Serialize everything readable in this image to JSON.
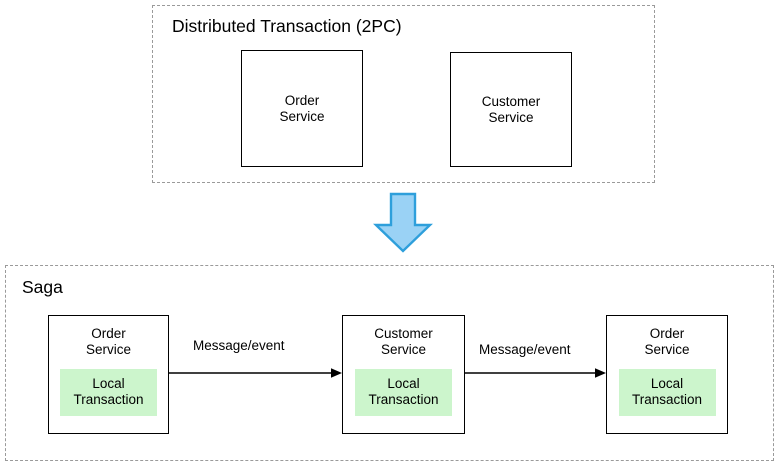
{
  "diagram": {
    "title_hidden": "Distributed Transaction (2PC) versus Saga",
    "groups": [
      {
        "id": "two-phase-commit",
        "title": "Distributed Transaction (2PC)",
        "services": [
          {
            "name": "Order Service",
            "label": "Order\nService"
          },
          {
            "name": "Customer Service",
            "label": "Customer\nService"
          }
        ]
      },
      {
        "id": "saga",
        "title": "Saga",
        "services": [
          {
            "name": "Order Service",
            "label": "Order\nService",
            "local_transaction": "Local\nTransaction"
          },
          {
            "name": "Customer Service",
            "label": "Customer\nService",
            "local_transaction": "Local\nTransaction"
          },
          {
            "name": "Order Service",
            "label": "Order\nService",
            "local_transaction": "Local\nTransaction"
          }
        ],
        "flows": [
          {
            "label": "Message/event"
          },
          {
            "label": "Message/event"
          }
        ]
      }
    ],
    "transition_arrow": {
      "name": "down-arrow",
      "direction": "down"
    },
    "colors": {
      "local_transaction_fill": "#ccf5cc",
      "arrow_fill": "#9ad2f5",
      "arrow_stroke": "#2e9fdb",
      "group_border": "#9a9a9a",
      "box_border": "#000000",
      "background": "#ffffff",
      "text": "#000000"
    }
  }
}
